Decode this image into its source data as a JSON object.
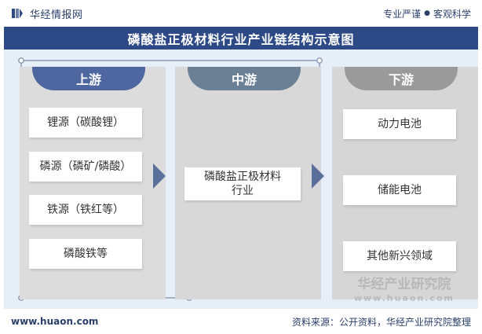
{
  "header": {
    "brand": "华经情报网",
    "slogan_left": "专业严谨",
    "slogan_sep": "●",
    "slogan_right": "客观科学"
  },
  "title": "磷酸盐正极材料行业产业链结构示意图",
  "upstream": {
    "label": "上游",
    "items": [
      "锂源（碳酸锂）",
      "磷源（磷矿/磷酸）",
      "铁源（铁红等）",
      "磷酸铁等"
    ]
  },
  "midstream": {
    "label": "中游",
    "items": [
      "磷酸盐正极材料\n行业"
    ]
  },
  "downstream": {
    "label": "下游",
    "items": [
      "动力电池",
      "储能电池",
      "其他新兴领域"
    ]
  },
  "watermark": {
    "name": "华经产业研究院",
    "url": "www.huaon.com"
  },
  "footer": {
    "site": "www.huaon.com",
    "source": "资料来源：公开资料，华经产业研究院整理"
  },
  "colors": {
    "brand": "#2e4a86",
    "upstream_head": "#4f67a0",
    "midstream_head": "#6b7f95",
    "downstream_head": "#9a9a9a",
    "stage_bg": "#e6eef7"
  }
}
